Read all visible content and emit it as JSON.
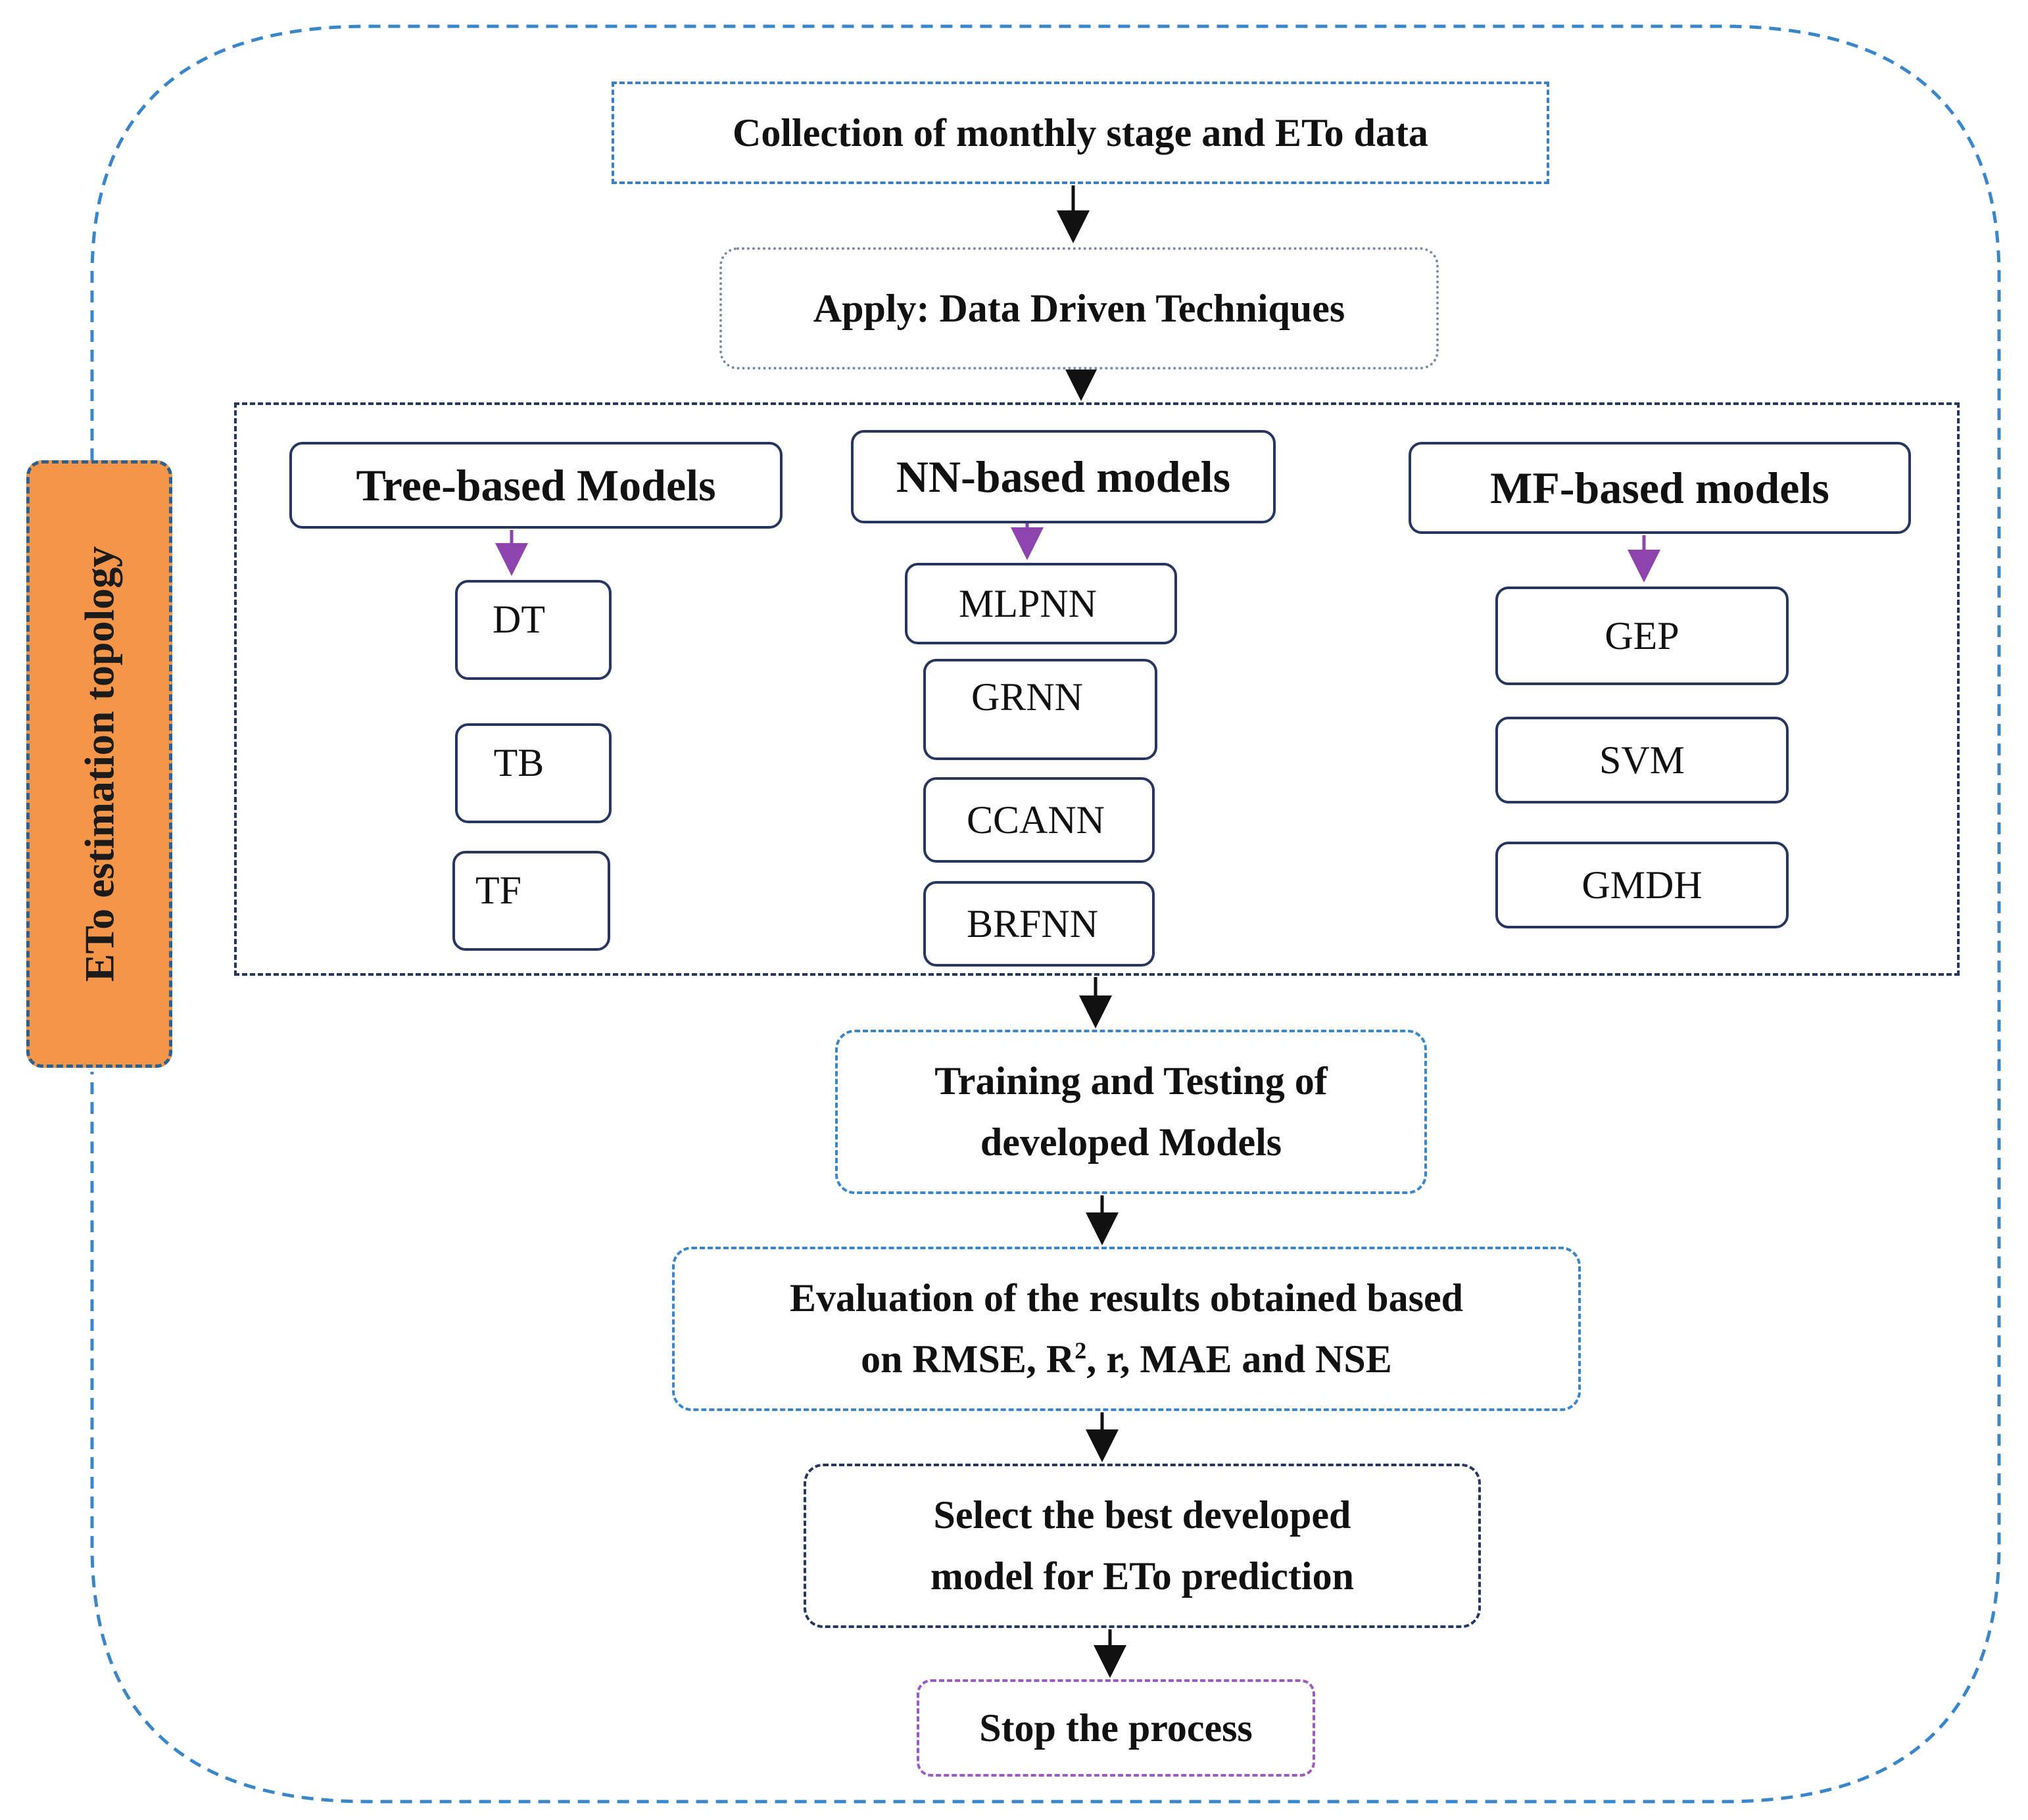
{
  "side_label": "ETo estimation topology",
  "steps": {
    "collect": "Collection of monthly stage and ETo data",
    "apply": "Apply: Data Driven Techniques",
    "train_line1": "Training and Testing of",
    "train_line2": "developed Models",
    "eval_line1": "Evaluation of the results obtained based",
    "eval_line2_prefix": "on RMSE, R",
    "eval_line2_sup": "2",
    "eval_line2_suffix": ", r, MAE and NSE",
    "select_line1": "Select the best developed",
    "select_line2": "model for ETo prediction",
    "stop": "Stop the process"
  },
  "categories": {
    "tree": {
      "label": "Tree-based Models",
      "items": [
        "DT",
        "TB",
        "TF"
      ]
    },
    "nn": {
      "label": "NN-based models",
      "items": [
        "MLPNN",
        "GRNN",
        "CCANN",
        "BRFNN"
      ]
    },
    "mf": {
      "label": "MF-based models",
      "items": [
        "GEP",
        "SVM",
        "GMDH"
      ]
    }
  },
  "colors": {
    "outer_border": "#3a86c8",
    "flow_arrow": "#111111",
    "category_arrow": "#8e44ad",
    "side_label_fill": "#f4964a",
    "stop_border": "#9a5cc0"
  }
}
